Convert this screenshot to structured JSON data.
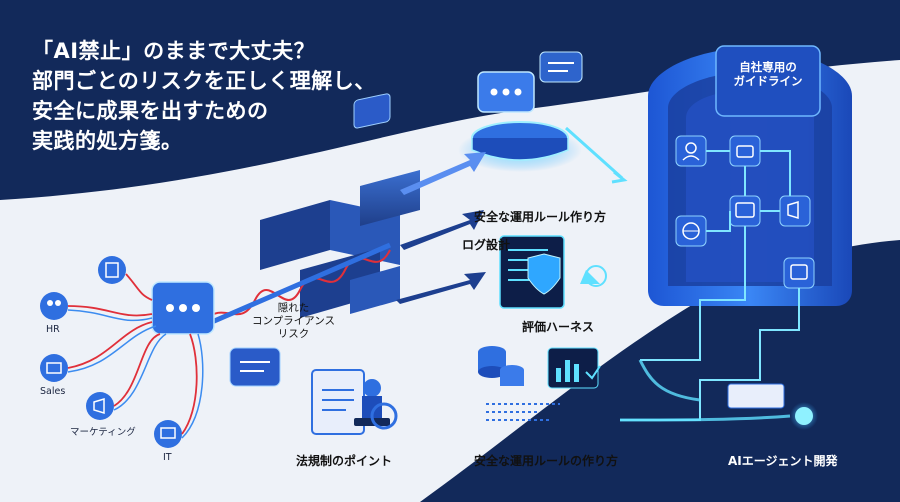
{
  "headline": {
    "line1": "「AI禁止」のままで大丈夫？",
    "line2": "部門ごとのリスクを正しく理解し、",
    "line3": "安全に成果を出すための",
    "line4": "実践的処方箋。"
  },
  "tower": {
    "line1": "自社専用の",
    "line2": "ガイドライン"
  },
  "labels": {
    "ops_rules_top": "安全な運用ルール作り方",
    "log_design": "ログ設計",
    "eval_harness": "評価ハーネス",
    "legal_points": "法規制のポイント",
    "ops_rules_bottom": "安全な運用ルールの作り方",
    "ai_agent_dev": "AIエージェント開発"
  },
  "risk": {
    "line1": "隠れた",
    "line2": "コンプライアンス",
    "line3": "リスク"
  },
  "departments": {
    "hr": "HR",
    "sales": "Sales",
    "marketing": "マーケティング",
    "it": "IT"
  },
  "colors": {
    "navy": "#12295a",
    "accent_blue": "#2f6fe0",
    "glow_cyan": "#5fe0ff",
    "risk_red": "#e0303a"
  }
}
